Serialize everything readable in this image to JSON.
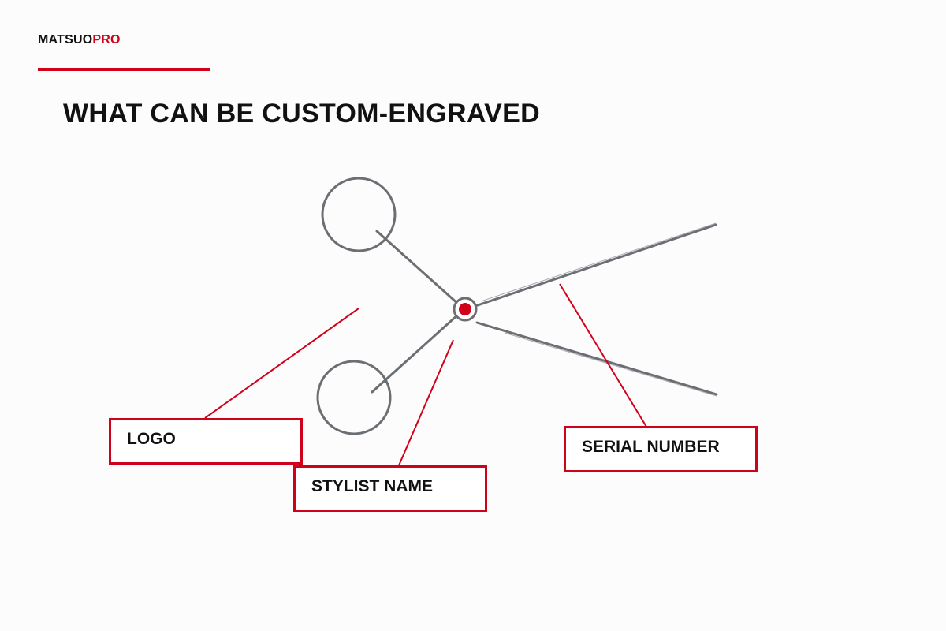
{
  "brand": {
    "name_part1": "MATSUO",
    "name_part2": "PRO"
  },
  "title": "WHAT CAN BE CUSTOM-ENGRAVED",
  "labels": {
    "logo": "LOGO",
    "stylist_name": "STYLIST NAME",
    "serial_number": "SERIAL NUMBER"
  },
  "colors": {
    "accent": "#d0021b",
    "scissors": "#6b6e72",
    "text": "#111111",
    "background": "#fcfcfc"
  }
}
